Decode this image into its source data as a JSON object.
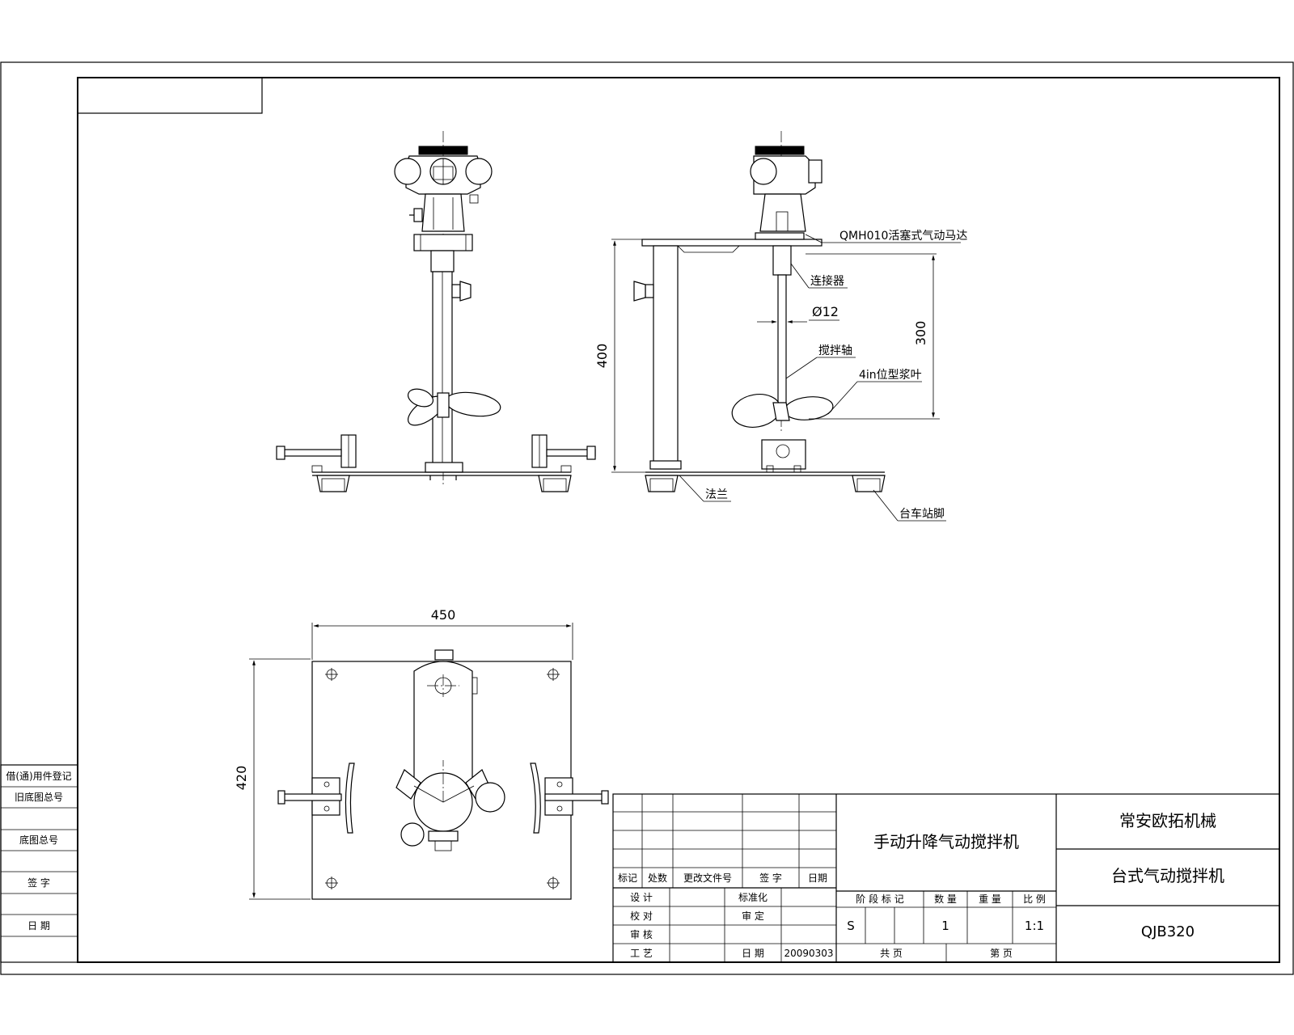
{
  "left_strip": {
    "rows": [
      "借(通)用件登记",
      "旧底图总号",
      "",
      "底图总号",
      "",
      "签 字",
      "",
      "日 期"
    ]
  },
  "labels": {
    "motor": "QMH010活塞式气动马达",
    "coupling": "连接器",
    "shaft_dia": "Ø12",
    "shaft": "搅拌轴",
    "impeller": "4in位型浆叶",
    "flange": "法兰",
    "foot": "台车站脚"
  },
  "dimensions": {
    "height_total": "400",
    "shaft_length": "300",
    "width": "450",
    "depth": "420"
  },
  "title_block": {
    "revision_headers": [
      "标记",
      "处数",
      "更改文件号",
      "签 字",
      "日期"
    ],
    "role_rows": [
      {
        "role": "设 计",
        "check": "标准化"
      },
      {
        "role": "校 对",
        "check": "审 定"
      },
      {
        "role": "审 核",
        "check": ""
      },
      {
        "role": "工 艺",
        "check": "日 期",
        "date": "20090303"
      }
    ],
    "product_name": "手动升降气动搅拌机",
    "stage_headers": [
      "阶 段 标 记",
      "数 量",
      "重 量",
      "比 例"
    ],
    "stage_mark": "S",
    "quantity": "1",
    "scale": "1:1",
    "sheet_total": "共 页",
    "sheet_no": "第 页",
    "company": "常安欧拓机械",
    "description": "台式气动搅拌机",
    "model": "QJB320"
  }
}
